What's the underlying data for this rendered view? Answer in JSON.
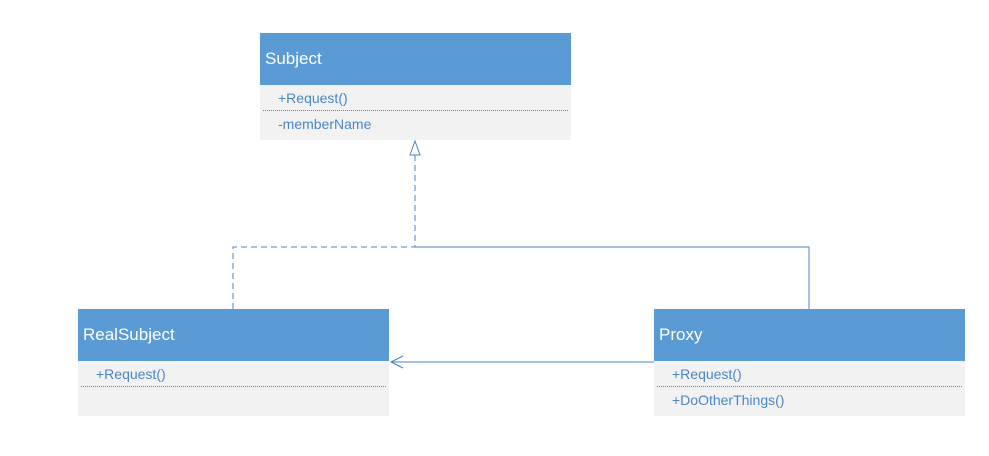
{
  "diagram": {
    "classes": {
      "subject": {
        "name": "Subject",
        "operations": [
          "+Request()"
        ],
        "attributes": [
          "-memberName"
        ]
      },
      "real_subject": {
        "name": "RealSubject",
        "operations": [
          "+Request()"
        ],
        "attributes": []
      },
      "proxy": {
        "name": "Proxy",
        "operations": [
          "+Request()",
          "+DoOtherThings()"
        ],
        "attributes": []
      }
    },
    "relations": [
      {
        "from": "RealSubject",
        "to": "Subject",
        "type": "realization"
      },
      {
        "from": "Proxy",
        "to": "Subject",
        "type": "association"
      },
      {
        "from": "Proxy",
        "to": "RealSubject",
        "type": "directed-association"
      }
    ],
    "colors": {
      "header": "#5b9bd5",
      "body": "#f2f2f2",
      "text": "#4a86c5",
      "line": "#4a86c5"
    }
  }
}
